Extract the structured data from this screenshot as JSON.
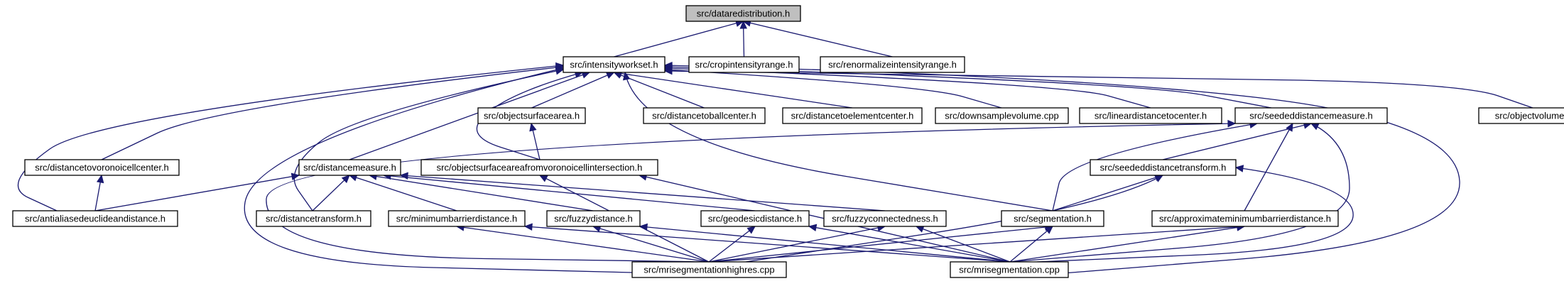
{
  "diagram": {
    "nodes": [
      {
        "id": "dataredistribution",
        "label": "src/dataredistribution.h",
        "root": true
      },
      {
        "id": "intensityworkset",
        "label": "src/intensityworkset.h"
      },
      {
        "id": "cropintensityrange",
        "label": "src/cropintensityrange.h"
      },
      {
        "id": "renormalizeintensityrange",
        "label": "src/renormalizeintensityrange.h"
      },
      {
        "id": "objectsurfacearea",
        "label": "src/objectsurfacearea.h"
      },
      {
        "id": "distancetoballcenter",
        "label": "src/distancetoballcenter.h"
      },
      {
        "id": "distancetoelementcenter",
        "label": "src/distancetoelementcenter.h"
      },
      {
        "id": "downsamplevolume",
        "label": "src/downsamplevolume.cpp"
      },
      {
        "id": "lineardistancetocenter",
        "label": "src/lineardistancetocenter.h"
      },
      {
        "id": "seededdistancemeasure",
        "label": "src/seededdistancemeasure.h"
      },
      {
        "id": "objectvolume",
        "label": "src/objectvolume.h"
      },
      {
        "id": "distancetovoronoicellcenter",
        "label": "src/distancetovoronoicellcenter.h"
      },
      {
        "id": "distancemeasure",
        "label": "src/distancemeasure.h"
      },
      {
        "id": "objectsurfaceareafromvoronoicellintersection",
        "label": "src/objectsurfaceareafromvoronoicellintersection.h"
      },
      {
        "id": "seededdistancetransform",
        "label": "src/seededdistancetransform.h"
      },
      {
        "id": "antialiasedeuclideandistance",
        "label": "src/antialiasedeuclideandistance.h"
      },
      {
        "id": "distancetransform",
        "label": "src/distancetransform.h"
      },
      {
        "id": "minimumbarrierdistance",
        "label": "src/minimumbarrierdistance.h"
      },
      {
        "id": "fuzzydistance",
        "label": "src/fuzzydistance.h"
      },
      {
        "id": "geodesicdistance",
        "label": "src/geodesicdistance.h"
      },
      {
        "id": "fuzzyconnectedness",
        "label": "src/fuzzyconnectedness.h"
      },
      {
        "id": "segmentation",
        "label": "src/segmentation.h"
      },
      {
        "id": "approximateminimumbarrierdistance",
        "label": "src/approximateminimumbarrierdistance.h"
      },
      {
        "id": "mrisegmentationhighres",
        "label": "src/mrisegmentationhighres.cpp"
      },
      {
        "id": "mrisegmentation",
        "label": "src/mrisegmentation.cpp"
      }
    ],
    "edges": [
      {
        "from": "intensityworkset",
        "to": "dataredistribution"
      },
      {
        "from": "cropintensityrange",
        "to": "dataredistribution"
      },
      {
        "from": "renormalizeintensityrange",
        "to": "dataredistribution"
      },
      {
        "from": "objectsurfacearea",
        "to": "intensityworkset"
      },
      {
        "from": "distancetoballcenter",
        "to": "intensityworkset"
      },
      {
        "from": "distancetoelementcenter",
        "to": "intensityworkset"
      },
      {
        "from": "downsamplevolume",
        "to": "intensityworkset"
      },
      {
        "from": "lineardistancetocenter",
        "to": "intensityworkset"
      },
      {
        "from": "seededdistancemeasure",
        "to": "intensityworkset"
      },
      {
        "from": "objectvolume",
        "to": "intensityworkset"
      },
      {
        "from": "distancetovoronoicellcenter",
        "to": "intensityworkset"
      },
      {
        "from": "antialiasedeuclideandistance",
        "to": "intensityworkset"
      },
      {
        "from": "distancemeasure",
        "to": "intensityworkset"
      },
      {
        "from": "distancetransform",
        "to": "intensityworkset"
      },
      {
        "from": "mrisegmentationhighres",
        "to": "intensityworkset"
      },
      {
        "from": "objectsurfaceareafromvoronoicellintersection",
        "to": "intensityworkset"
      },
      {
        "from": "segmentation",
        "to": "intensityworkset"
      },
      {
        "from": "mrisegmentation",
        "to": "intensityworkset"
      },
      {
        "from": "objectsurfaceareafromvoronoicellintersection",
        "to": "objectsurfacearea"
      },
      {
        "from": "antialiasedeuclideandistance",
        "to": "distancetovoronoicellcenter"
      },
      {
        "from": "antialiasedeuclideandistance",
        "to": "distancemeasure"
      },
      {
        "from": "distancetransform",
        "to": "distancemeasure"
      },
      {
        "from": "minimumbarrierdistance",
        "to": "distancemeasure"
      },
      {
        "from": "fuzzydistance",
        "to": "distancemeasure"
      },
      {
        "from": "geodesicdistance",
        "to": "distancemeasure"
      },
      {
        "from": "fuzzyconnectedness",
        "to": "distancemeasure"
      },
      {
        "from": "mrisegmentationhighres",
        "to": "objectsurfaceareafromvoronoicellintersection"
      },
      {
        "from": "mrisegmentation",
        "to": "objectsurfaceareafromvoronoicellintersection"
      },
      {
        "from": "mrisegmentationhighres",
        "to": "seededdistancemeasure"
      },
      {
        "from": "seededdistancetransform",
        "to": "seededdistancemeasure"
      },
      {
        "from": "segmentation",
        "to": "seededdistancemeasure"
      },
      {
        "from": "approximateminimumbarrierdistance",
        "to": "seededdistancemeasure"
      },
      {
        "from": "mrisegmentation",
        "to": "seededdistancemeasure"
      },
      {
        "from": "segmentation",
        "to": "seededdistancetransform"
      },
      {
        "from": "mrisegmentationhighres",
        "to": "seededdistancetransform"
      },
      {
        "from": "mrisegmentation",
        "to": "seededdistancetransform"
      },
      {
        "from": "mrisegmentationhighres",
        "to": "minimumbarrierdistance"
      },
      {
        "from": "mrisegmentationhighres",
        "to": "fuzzydistance"
      },
      {
        "from": "mrisegmentation",
        "to": "fuzzydistance"
      },
      {
        "from": "mrisegmentationhighres",
        "to": "geodesicdistance"
      },
      {
        "from": "mrisegmentation",
        "to": "geodesicdistance"
      },
      {
        "from": "mrisegmentationhighres",
        "to": "fuzzyconnectedness"
      },
      {
        "from": "mrisegmentation",
        "to": "fuzzyconnectedness"
      },
      {
        "from": "mrisegmentation",
        "to": "minimumbarrierdistance"
      },
      {
        "from": "mrisegmentationhighres",
        "to": "segmentation"
      },
      {
        "from": "mrisegmentation",
        "to": "segmentation"
      },
      {
        "from": "mrisegmentationhighres",
        "to": "approximateminimumbarrierdistance"
      },
      {
        "from": "mrisegmentation",
        "to": "approximateminimumbarrierdistance"
      }
    ]
  }
}
